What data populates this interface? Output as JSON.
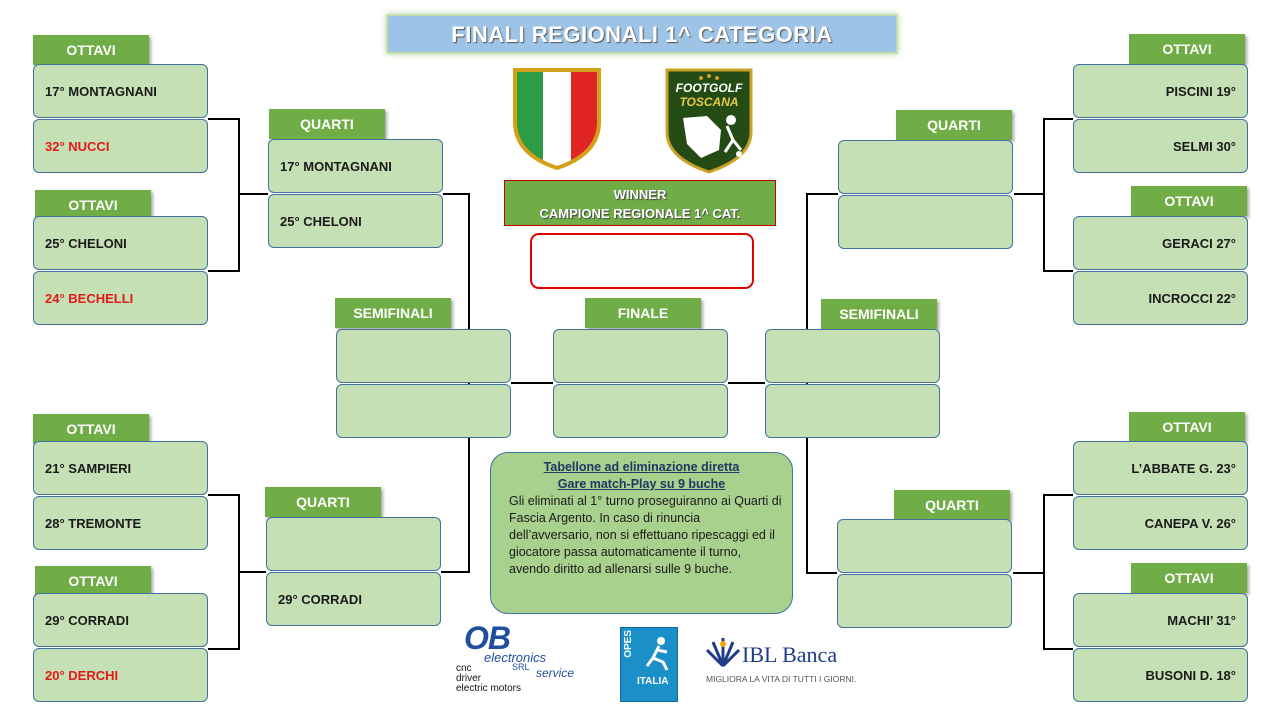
{
  "title": "FINALI REGIONALI 1^ CATEGORIA",
  "labels": {
    "ottavi": "OTTAVI",
    "quarti": "QUARTI",
    "semifinali": "SEMIFINALI",
    "finale": "FINALE"
  },
  "winner": {
    "line1": "WINNER",
    "line2": "CAMPIONE REGIONALE 1^ CAT."
  },
  "left_ottavi": [
    "17° MONTAGNANI",
    "32° NUCCI",
    "25° CHELONI",
    "24° BECHELLI",
    "21° SAMPIERI",
    "28° TREMONTE",
    "29° CORRADI",
    "20° DERCHI"
  ],
  "right_ottavi": [
    "PISCINI 19°",
    "SELMI 30°",
    "GERACI 27°",
    "INCROCCI 22°",
    "L’ABBATE G. 23°",
    "CANEPA V. 26°",
    "MACHI’ 31°",
    "BUSONI D. 18°"
  ],
  "left_quarti": [
    "17° MONTAGNANI",
    "25° CHELONI",
    "",
    "29° CORRADI"
  ],
  "note": {
    "heading1": "Tabellone ad eliminazione diretta",
    "heading2": "Gare match-Play su 9 buche",
    "body": "Gli eliminati al 1° turno proseguiranno ai Quarti di Fascia Argento. In caso di rinuncia dell’avversario, non si effettuano ripescaggi ed il giocatore passa automaticamente il turno,  avendo diritto ad allenarsi sulle 9 buche."
  },
  "logos": {
    "footgolf1": "FOOTGOLF",
    "footgolf2": "TOSCANA",
    "ob": "OB",
    "ob_sub": "electronics",
    "ob_srl": "SRL",
    "ob_service": "service",
    "ob_l1": "cnc",
    "ob_l2": "driver",
    "ob_l3": "electric motors",
    "opes": "OPES",
    "opes_italia": "ITALIA",
    "ibl": "IBL Banca",
    "ibl_tag": "MIGLIORA LA VITA DI TUTTI I GIORNI."
  },
  "colors": {
    "label_green": "#70ad47",
    "box_green": "#c5e0b4",
    "eliminated_red": "#e21a1a",
    "title_blue": "#9dc3e6"
  }
}
